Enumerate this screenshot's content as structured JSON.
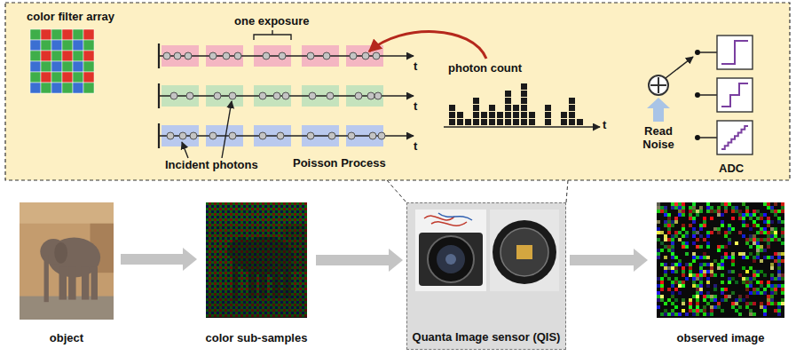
{
  "diagram": {
    "nodes": [
      {
        "text": [
          "object"
        ]
      },
      {
        "text": [
          "color sub-samples"
        ]
      },
      {
        "text": [
          "Quanta Image sensor (QIS)"
        ]
      },
      {
        "text": [
          "observed image"
        ]
      }
    ],
    "edges": [
      {
        "from": 0,
        "to": 1,
        "arrow": "to"
      },
      {
        "from": 1,
        "to": 2,
        "arrow": "to"
      },
      {
        "from": 2,
        "to": 3,
        "arrow": "to"
      }
    ],
    "labels": [
      "color filter array",
      "one exposure",
      "t",
      "t",
      "t",
      "Incident photons",
      "Poisson Process",
      "photon count",
      "t",
      "Read Noise",
      "ADC"
    ]
  }
}
